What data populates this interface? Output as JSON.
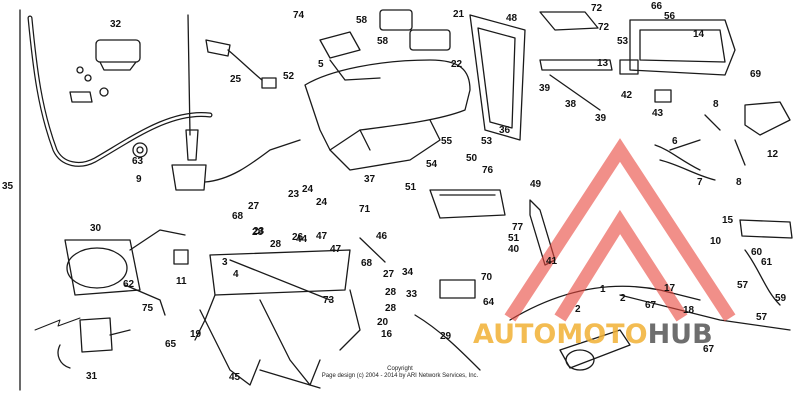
{
  "diagram": {
    "part_numbers": [
      "1",
      "2",
      "2",
      "3",
      "4",
      "5",
      "6",
      "7",
      "8",
      "8",
      "9",
      "10",
      "11",
      "12",
      "13",
      "14",
      "15",
      "16",
      "17",
      "18",
      "19",
      "20",
      "21",
      "22",
      "23",
      "23",
      "24",
      "24",
      "25",
      "26",
      "27",
      "27",
      "28",
      "28",
      "28",
      "28",
      "29",
      "30",
      "31",
      "32",
      "33",
      "34",
      "35",
      "36",
      "37",
      "38",
      "39",
      "39",
      "40",
      "41",
      "42",
      "43",
      "44",
      "45",
      "46",
      "47",
      "47",
      "48",
      "49",
      "50",
      "51",
      "51",
      "52",
      "53",
      "53",
      "54",
      "55",
      "56",
      "57",
      "57",
      "58",
      "58",
      "59",
      "60",
      "61",
      "62",
      "63",
      "64",
      "65",
      "66",
      "67",
      "67",
      "68",
      "68",
      "69",
      "70",
      "71",
      "72",
      "72",
      "73",
      "74",
      "75",
      "76",
      "77"
    ],
    "copyright_lines": [
      "Copyright",
      "Page design (c) 2004 - 2014 by ARI Network Services, Inc."
    ]
  },
  "watermark": {
    "text_part1": "AUTOMOTO",
    "text_part2": "HUB",
    "color_part1": "#f2b134",
    "color_part2": "#555555",
    "triangle_color": "#e8463c"
  }
}
